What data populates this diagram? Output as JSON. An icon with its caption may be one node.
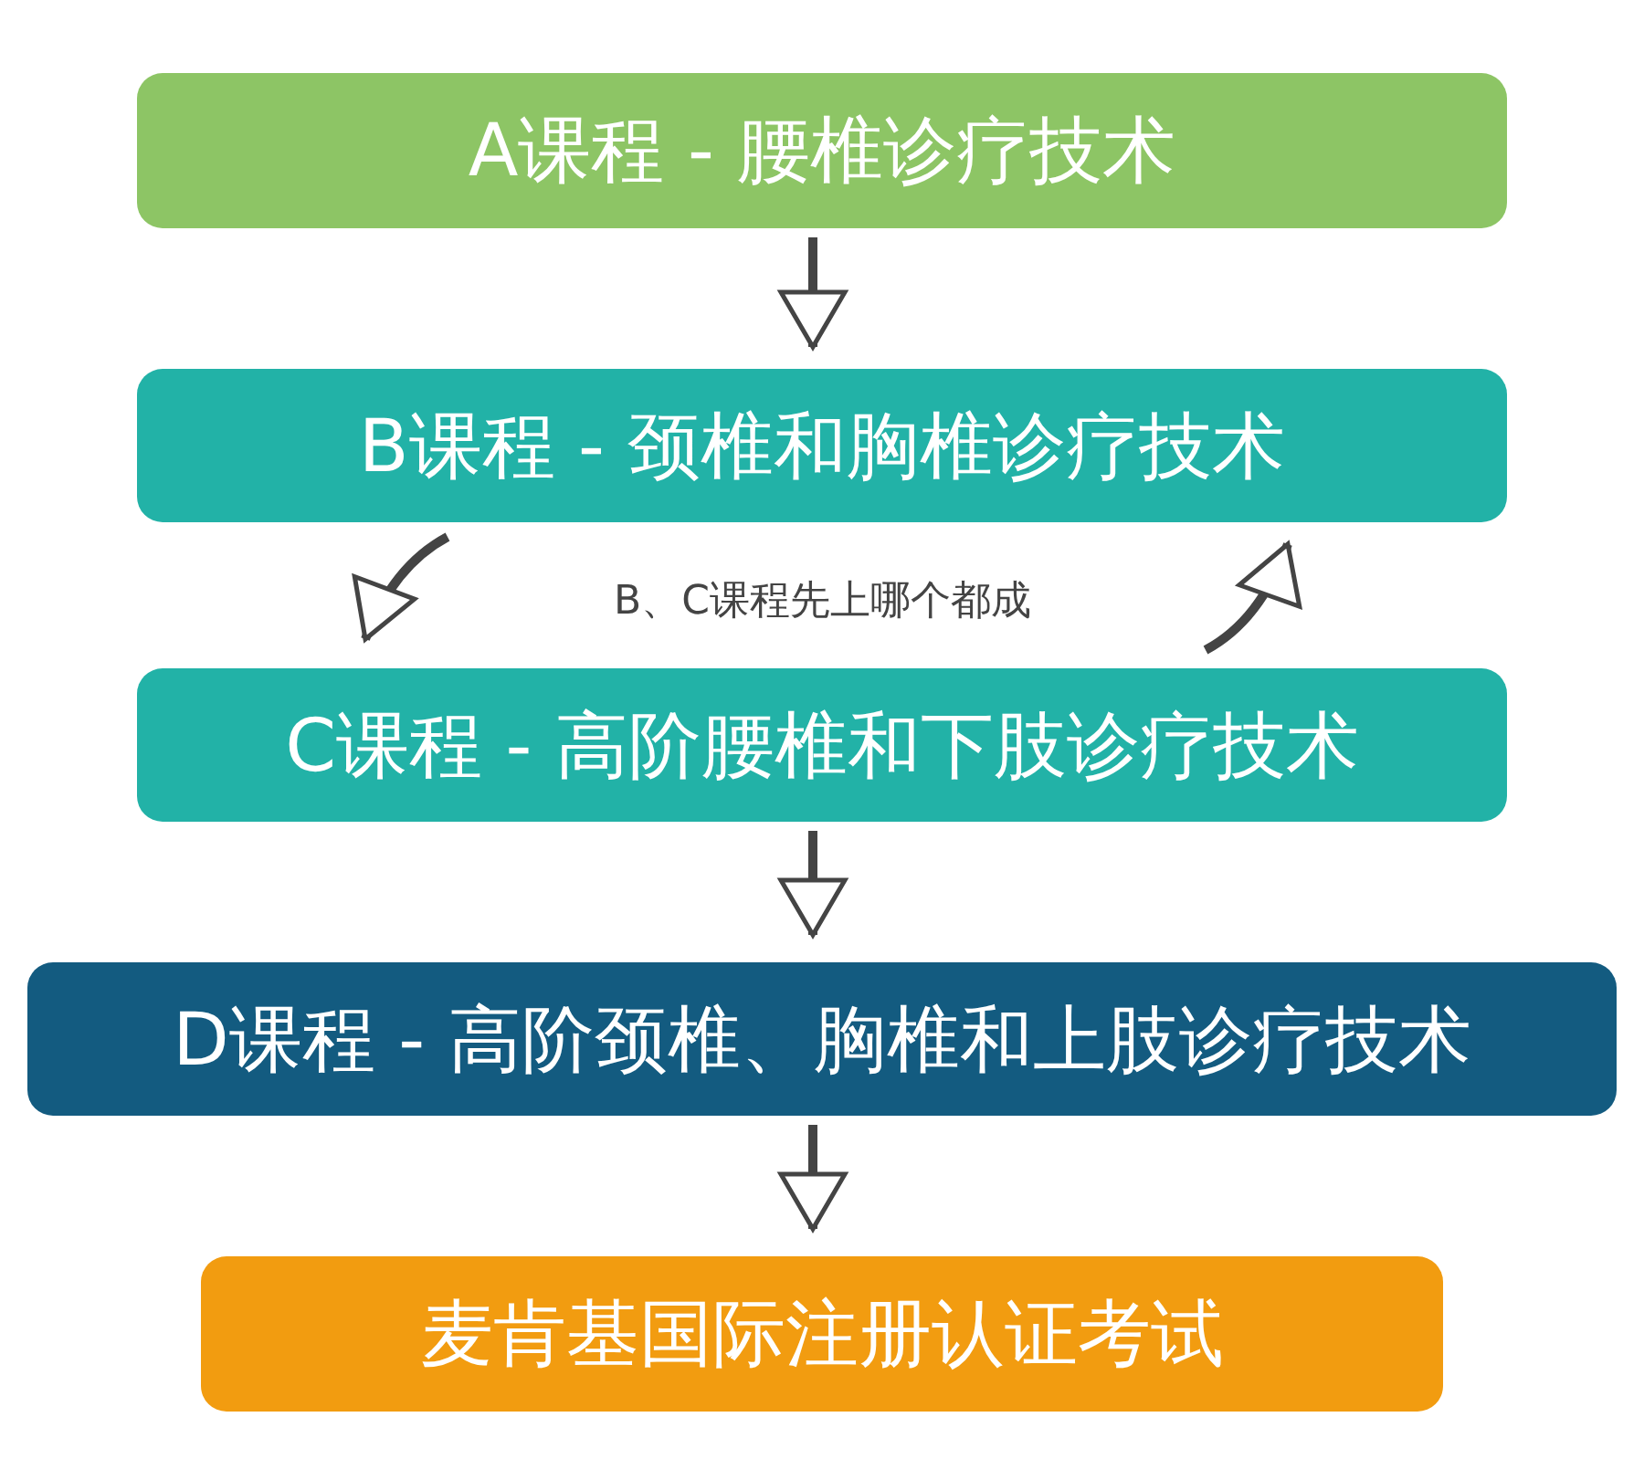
{
  "diagram": {
    "nodes": [
      {
        "text": [
          "A课程 - 腰椎诊疗技术"
        ]
      },
      {
        "text": [
          "B课程 - 颈椎和胸椎诊疗技术"
        ]
      },
      {
        "text": [
          "C课程 - 高阶腰椎和下肢诊疗技术"
        ]
      },
      {
        "text": [
          "D课程 - 高阶颈椎、胸椎和上肢诊疗技术"
        ]
      },
      {
        "text": [
          "麦肯基国际注册认证考试"
        ]
      }
    ],
    "edges": [
      {
        "from": 0,
        "to": 1,
        "arrow": "to"
      },
      {
        "from": 1,
        "to": 2,
        "arrow": "to"
      },
      {
        "from": 2,
        "to": 1,
        "arrow": "to"
      },
      {
        "from": 2,
        "to": 3,
        "arrow": "to"
      },
      {
        "from": 3,
        "to": 4,
        "arrow": "to"
      }
    ],
    "labels": [
      "B、C课程先上哪个都成"
    ]
  }
}
